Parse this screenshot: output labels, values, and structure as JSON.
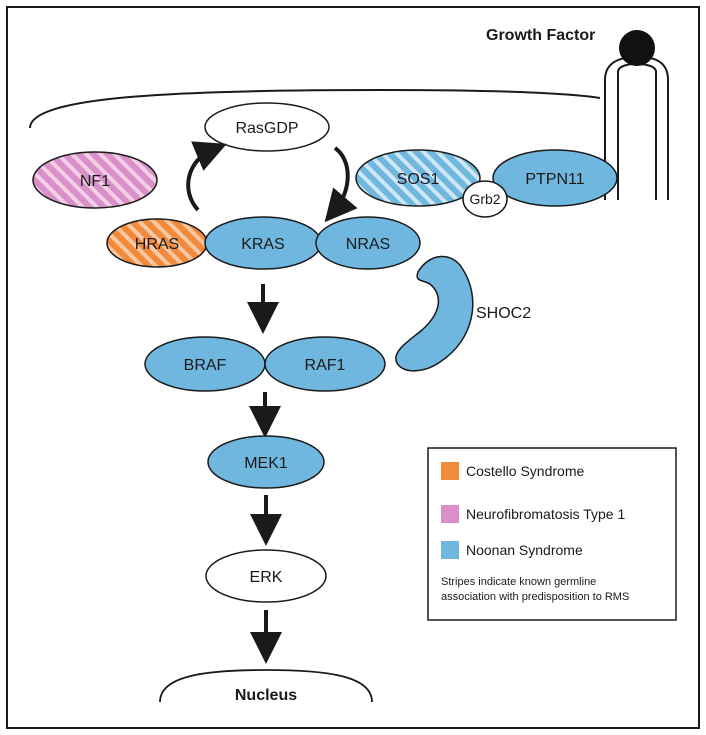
{
  "colors": {
    "noonan": "#6fb7df",
    "costello": "#f28a3c",
    "nf1": "#da8fc8",
    "stripe": "#ffffff",
    "stroke": "#1a1a1a",
    "plain": "#ffffff"
  },
  "labels": {
    "growth_factor": "Growth Factor",
    "rasgdp": "RasGDP",
    "nf1": "NF1",
    "sos1": "SOS1",
    "grb2": "Grb2",
    "ptpn11": "PTPN11",
    "hras": "HRAS",
    "kras": "KRAS",
    "nras": "NRAS",
    "shoc2": "SHOC2",
    "braf": "BRAF",
    "raf1": "RAF1",
    "mek1": "MEK1",
    "erk": "ERK",
    "nucleus": "Nucleus"
  },
  "legend": {
    "items": [
      {
        "label": "Costello Syndrome",
        "color": "#f28a3c"
      },
      {
        "label": "Neurofibromatosis Type 1",
        "color": "#da8fc8"
      },
      {
        "label": "Noonan Syndrome",
        "color": "#6fb7df"
      }
    ],
    "note_line1": "Stripes indicate known germline",
    "note_line2": "association with predisposition to RMS"
  }
}
